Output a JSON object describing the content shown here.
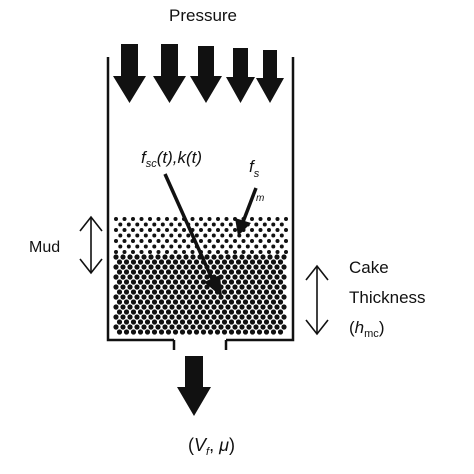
{
  "title": "Pressure",
  "labels": {
    "fsc": {
      "f": "f",
      "sub": "sc",
      "rest": "(t),k(t)"
    },
    "fsm": {
      "f": "f",
      "sub1": "s",
      "sub2": "m"
    },
    "mud": "Mud",
    "cake": {
      "line1": "Cake",
      "line2": "Thickness",
      "line3_open": "(",
      "h": "h",
      "h_sub": "mc",
      "line3_close": ")"
    },
    "filtrate": {
      "open": "(",
      "V": "V",
      "V_sub": "f",
      "sep": ",",
      "mu": "μ",
      "close": ")"
    }
  },
  "colors": {
    "ink": "#111111",
    "background": "#ffffff"
  }
}
